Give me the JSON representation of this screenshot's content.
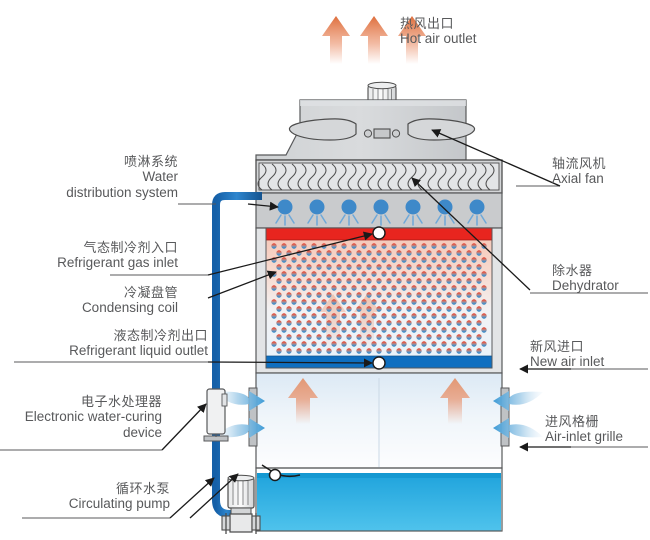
{
  "diagram": {
    "title_implied": "Evaporative condenser / closed-circuit cooling tower schematic",
    "colors": {
      "hot_arrow": "#E8855A",
      "cold_arrow": "#4FA3D9",
      "water_pipe": "#1C6FBA",
      "basin_water": "#25AAE1",
      "coil_hot_header": "#E8251F",
      "coil_cold_header": "#0F6FC0",
      "casing": "#C9CBCD",
      "casing_dark": "#A8ABAE",
      "label_text": "#58595b",
      "leader_line": "#6d6e70"
    },
    "labels": {
      "hot_air_outlet": {
        "cn": "热风出口",
        "en": "Hot air outlet"
      },
      "water_distribution": {
        "cn": "喷淋系统",
        "en1": "Water",
        "en2": "distribution system"
      },
      "axial_fan": {
        "cn": "轴流风机",
        "en": "Axial fan"
      },
      "refrigerant_gas_inlet": {
        "cn": "气态制冷剂入口",
        "en": "Refrigerant gas inlet"
      },
      "condensing_coil": {
        "cn": "冷凝盘管",
        "en": "Condensing coil"
      },
      "dehydrator": {
        "cn": "除水器",
        "en": "Dehydrator"
      },
      "refrigerant_liquid_outlet": {
        "cn": "液态制冷剂出口",
        "en": "Refrigerant liquid outlet"
      },
      "new_air_inlet": {
        "cn": "新风进口",
        "en": "New air inlet"
      },
      "water_curing_device": {
        "cn": "电子水处理器",
        "en1": "Electronic water-curing",
        "en2": "device"
      },
      "air_inlet_grille": {
        "cn": "进风格栅",
        "en": "Air-inlet grille"
      },
      "circulating_pump": {
        "cn": "循环水泵",
        "en": "Circulating pump"
      }
    },
    "components": {
      "motor": "fan-motor",
      "fan_blades": "axial-fan-blades",
      "drift_eliminator": "dehydrator-wave-pack",
      "spray_nozzle_count": 7,
      "coil_dot_rows": 17,
      "coil_dot_cols": 23,
      "hot_air_arrow_count": 3,
      "inlet_arrow_count_per_side": 2
    }
  }
}
